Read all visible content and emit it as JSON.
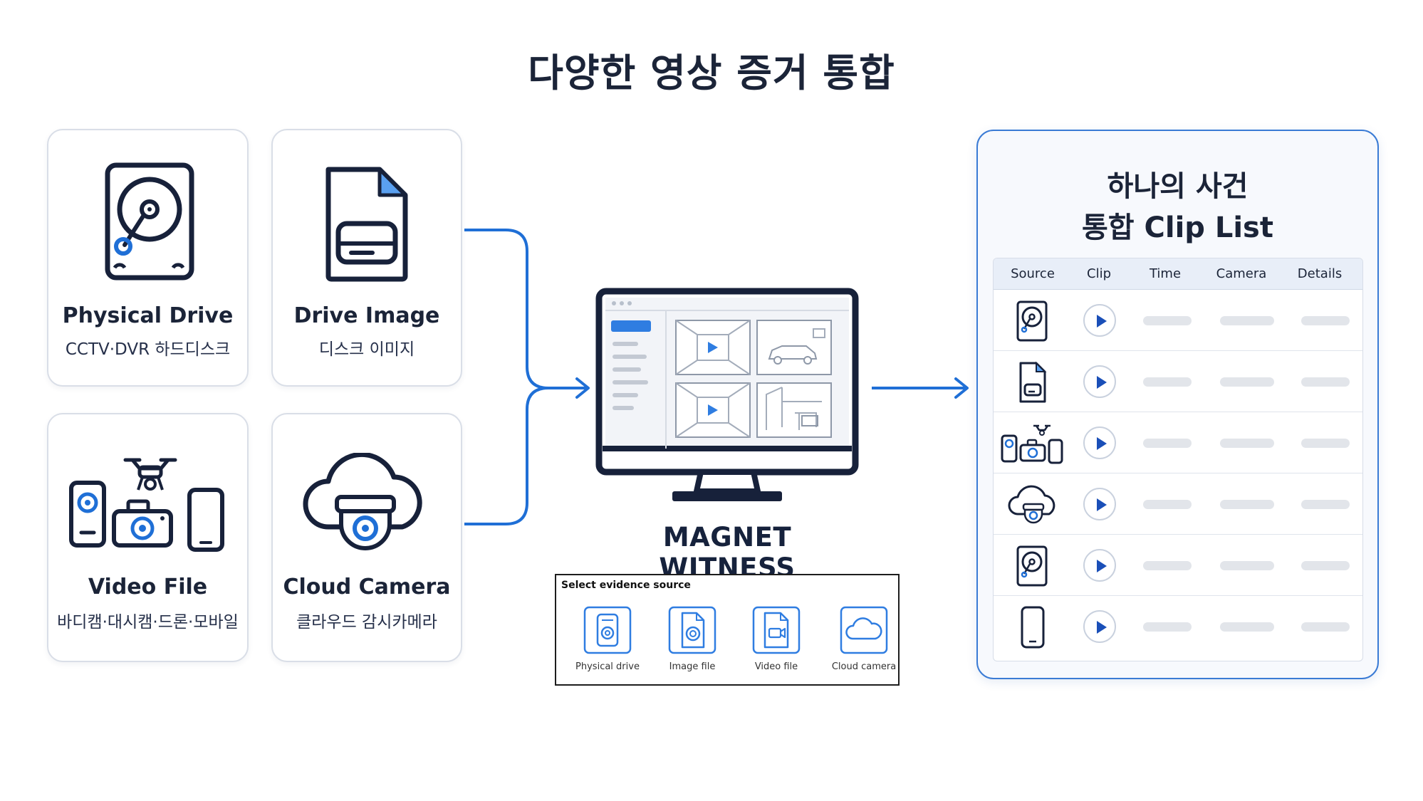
{
  "title": "다양한 영상 증거 통합",
  "sources": [
    {
      "title": "Physical Drive",
      "subtitle": "CCTV·DVR 하드디스크",
      "icon": "hard-drive-icon"
    },
    {
      "title": "Drive Image",
      "subtitle": "디스크 이미지",
      "icon": "disk-image-file-icon"
    },
    {
      "title": "Video File",
      "subtitle": "바디캠·대시캠·드론·모바일",
      "icon": "video-devices-icon"
    },
    {
      "title": "Cloud Camera",
      "subtitle": "클라우드 감시카메라",
      "icon": "cloud-camera-icon"
    }
  ],
  "product": {
    "name": "MAGNET WITNESS"
  },
  "picker": {
    "title": "Select evidence source",
    "options": [
      {
        "label": "Physical drive",
        "icon": "physical-drive-icon"
      },
      {
        "label": "Image file",
        "icon": "image-file-icon"
      },
      {
        "label": "Video file",
        "icon": "video-file-icon"
      },
      {
        "label": "Cloud camera",
        "icon": "cloud-icon"
      }
    ]
  },
  "result": {
    "title_line1": "하나의 사건",
    "title_line2": "통합 Clip List",
    "columns": [
      "Source",
      "Clip",
      "Time",
      "Camera",
      "Details"
    ],
    "rows": [
      {
        "source_icon": "hard-drive-icon"
      },
      {
        "source_icon": "disk-image-file-icon"
      },
      {
        "source_icon": "video-devices-icon"
      },
      {
        "source_icon": "cloud-camera-icon"
      },
      {
        "source_icon": "hard-drive-icon"
      },
      {
        "source_icon": "smartphone-icon"
      }
    ]
  },
  "colors": {
    "accent": "#1f6fd6",
    "navy": "#17213a",
    "light_blue": "#5aa0f0"
  }
}
